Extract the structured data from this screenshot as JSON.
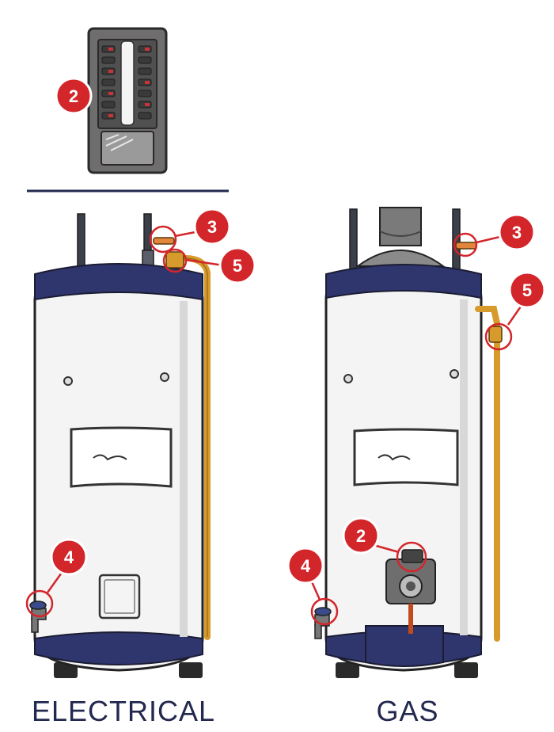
{
  "labels": {
    "electrical": "ELECTRICAL",
    "gas": "GAS"
  },
  "callouts": {
    "thermostat": "2",
    "electric_cold_inlet": "3",
    "electric_relief_valve": "5",
    "electric_drain_valve": "4",
    "gas_cold_inlet": "3",
    "gas_relief_valve": "5",
    "gas_control_valve": "2",
    "gas_drain_valve": "4"
  },
  "colors": {
    "callout_red": "#d3262b",
    "jacket_navy": "#2f356d",
    "tank_white": "#f4f4f4",
    "pipe_copper": "#d79a2c",
    "caption_text": "#23284f",
    "divider": "#23284f"
  }
}
